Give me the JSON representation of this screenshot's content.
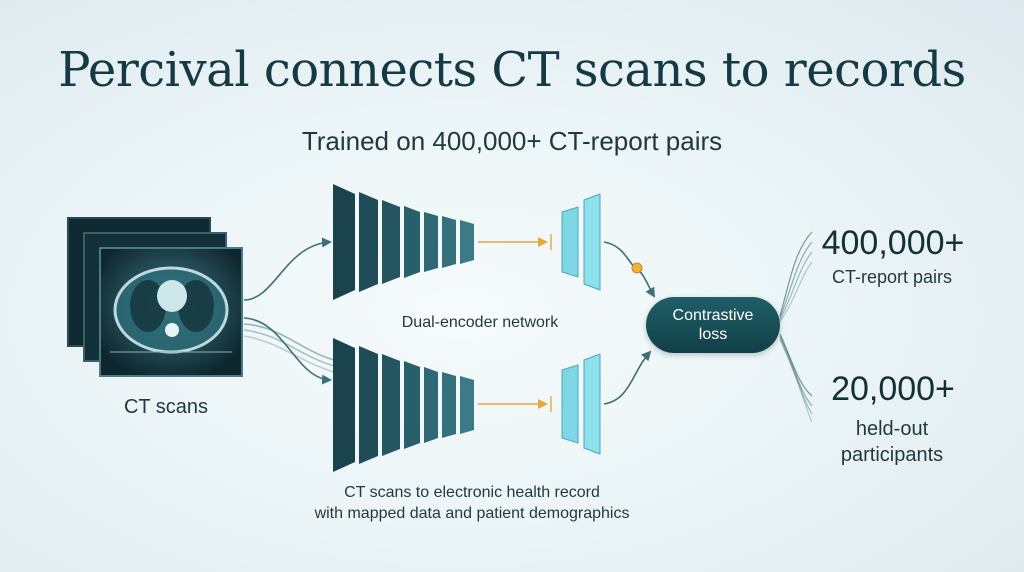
{
  "title": "Percival connects CT scans to records",
  "subtitle": "Trained on 400,000+ CT-report pairs",
  "labels": {
    "ct_scans": "CT scans",
    "network": "Dual-encoder network",
    "ehr_line1": "CT scans to electronic health record",
    "ehr_line2": "with  mapped data and patient demographics"
  },
  "loss": {
    "line1": "Contrastive",
    "line2": "loss"
  },
  "stats": [
    {
      "value": "400,000+",
      "caption_line1": "CT-report pairs",
      "caption_line2": ""
    },
    {
      "value": "20,000+",
      "caption_line1": "held-out",
      "caption_line2": "participants"
    }
  ],
  "colors": {
    "title": "#163a44",
    "encoder_dark": "#1d4a54",
    "encoder_light": "#7fd6e4",
    "loss_box": "#1a525b",
    "arrow_orange": "#e8a53b",
    "line_teal": "#3f6f78"
  }
}
